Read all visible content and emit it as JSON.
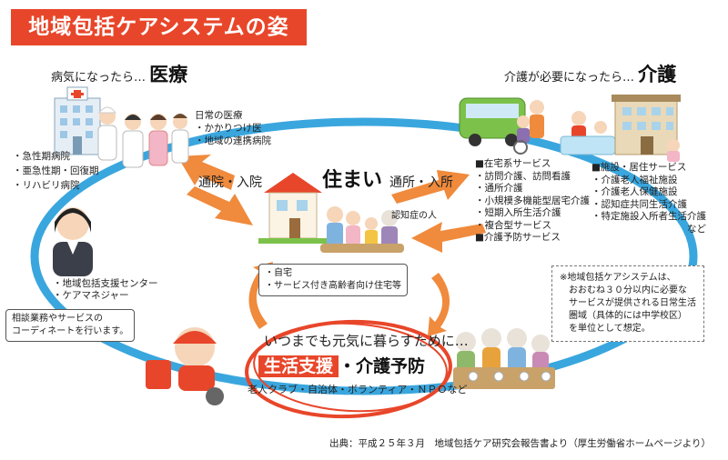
{
  "title": "地域包括ケアシステムの姿",
  "medical": {
    "lead": "病気になったら…",
    "heading": "医療",
    "daily_items": [
      "日常の医療",
      "・かかりつけ医",
      "・地域の連携病院"
    ],
    "hospital_items": [
      "・急性期病院",
      "・亜急性期・回復期",
      "・リハビリ病院"
    ]
  },
  "care": {
    "lead": "介護が必要になったら…",
    "heading": "介護",
    "home_services": [
      "■在宅系サービス",
      "・訪問介護、訪問看護",
      "・通所介護",
      "・小規模多機能型居宅介護",
      "・短期入所生活介護",
      "・複合型サービス",
      "■介護予防サービス"
    ],
    "facility_services": [
      "■施設・居住サービス",
      "・介護老人福祉施設",
      "・介護老人保健施設",
      "・認知症共同生活介護",
      "・特定施設入所者生活介護",
      "など"
    ]
  },
  "flows": {
    "hospital": "通院・入院",
    "daycare": "通所・入所"
  },
  "home": {
    "heading": "住まい",
    "dementia_label": "認知症の人",
    "housing_items": [
      "・自宅",
      "・サービス付き高齢者向け住宅等"
    ]
  },
  "support_center": {
    "items": [
      "・地域包括支援センター",
      "・ケアマネジャー"
    ],
    "callout": [
      "相談業務やサービスの",
      "コーディネートを行います。"
    ]
  },
  "note": [
    "※地域包括ケアシステムは、",
    "おおむね３０分以内に必要な",
    "サービスが提供される日常生活",
    "圏域（具体的には中学校区）",
    "を単位として想定。"
  ],
  "living": {
    "lead": "いつまでも元気に暮らすために…",
    "support": "生活支援",
    "prevention": "・介護予防",
    "groups": "老人クラブ・自治体・ボランティア・ＮＰＯなど"
  },
  "source": "出典：平成２５年３月　地域包括ケア研究会報告書より（厚生労働省ホームページより）",
  "colors": {
    "accent": "#e8462a",
    "ring": "#3aa6de",
    "arrow": "#f08a3c"
  }
}
